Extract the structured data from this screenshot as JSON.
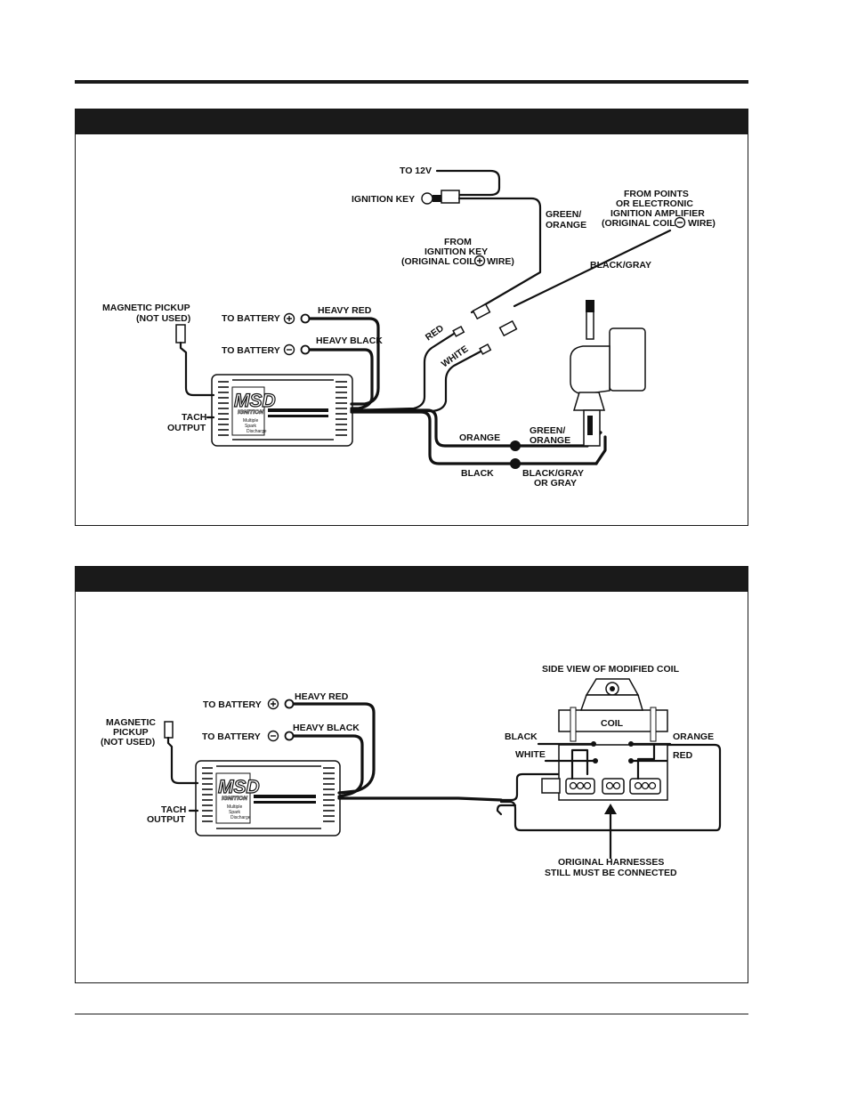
{
  "diagram1": {
    "labels": {
      "to_12v": "TO 12V",
      "ignition_key": "IGNITION KEY",
      "green_orange_1": "GREEN/",
      "green_orange_2": "ORANGE",
      "from_points_1": "FROM POINTS",
      "from_points_2": "OR ELECTRONIC",
      "from_points_3": "IGNITION AMPLIFIER",
      "from_points_4": "(ORIGINAL COIL",
      "from_points_5": "WIRE)",
      "from_key_1": "FROM",
      "from_key_2": "IGNITION KEY",
      "from_key_3": "(ORIGINAL COIL",
      "from_key_4": "WIRE)",
      "black_gray": "BLACK/GRAY",
      "red": "RED",
      "white": "WHITE",
      "magnetic_pickup_1": "MAGNETIC PICKUP",
      "magnetic_pickup_2": "(NOT USED)",
      "to_battery_pos": "TO BATTERY",
      "heavy_red": "HEAVY RED",
      "to_battery_neg": "TO BATTERY",
      "heavy_black": "HEAVY BLACK",
      "tach_1": "TACH",
      "tach_2": "OUTPUT",
      "orange": "ORANGE",
      "coil_green_orange_1": "GREEN/",
      "coil_green_orange_2": "ORANGE",
      "black": "BLACK",
      "coil_black_gray_1": "BLACK/GRAY",
      "coil_black_gray_2": "OR GRAY"
    }
  },
  "diagram2": {
    "labels": {
      "side_view": "SIDE VIEW OF MODIFIED COIL",
      "coil": "COIL",
      "black": "BLACK",
      "orange": "ORANGE",
      "white": "WHITE",
      "red": "RED",
      "magnetic_pickup_1": "MAGNETIC",
      "magnetic_pickup_2": "PICKUP",
      "magnetic_pickup_3": "(NOT USED)",
      "to_battery_pos": "TO BATTERY",
      "heavy_red": "HEAVY RED",
      "to_battery_neg": "TO BATTERY",
      "heavy_black": "HEAVY BLACK",
      "tach_1": "TACH",
      "tach_2": "OUTPUT",
      "harness_1": "ORIGINAL HARNESSES",
      "harness_2": "STILL MUST BE CONNECTED"
    }
  },
  "msd_box": {
    "logo": "MSD",
    "sub_logo": "IGNITION",
    "line1": "Multiple",
    "line2": "Spark",
    "line3": "Discharge"
  }
}
